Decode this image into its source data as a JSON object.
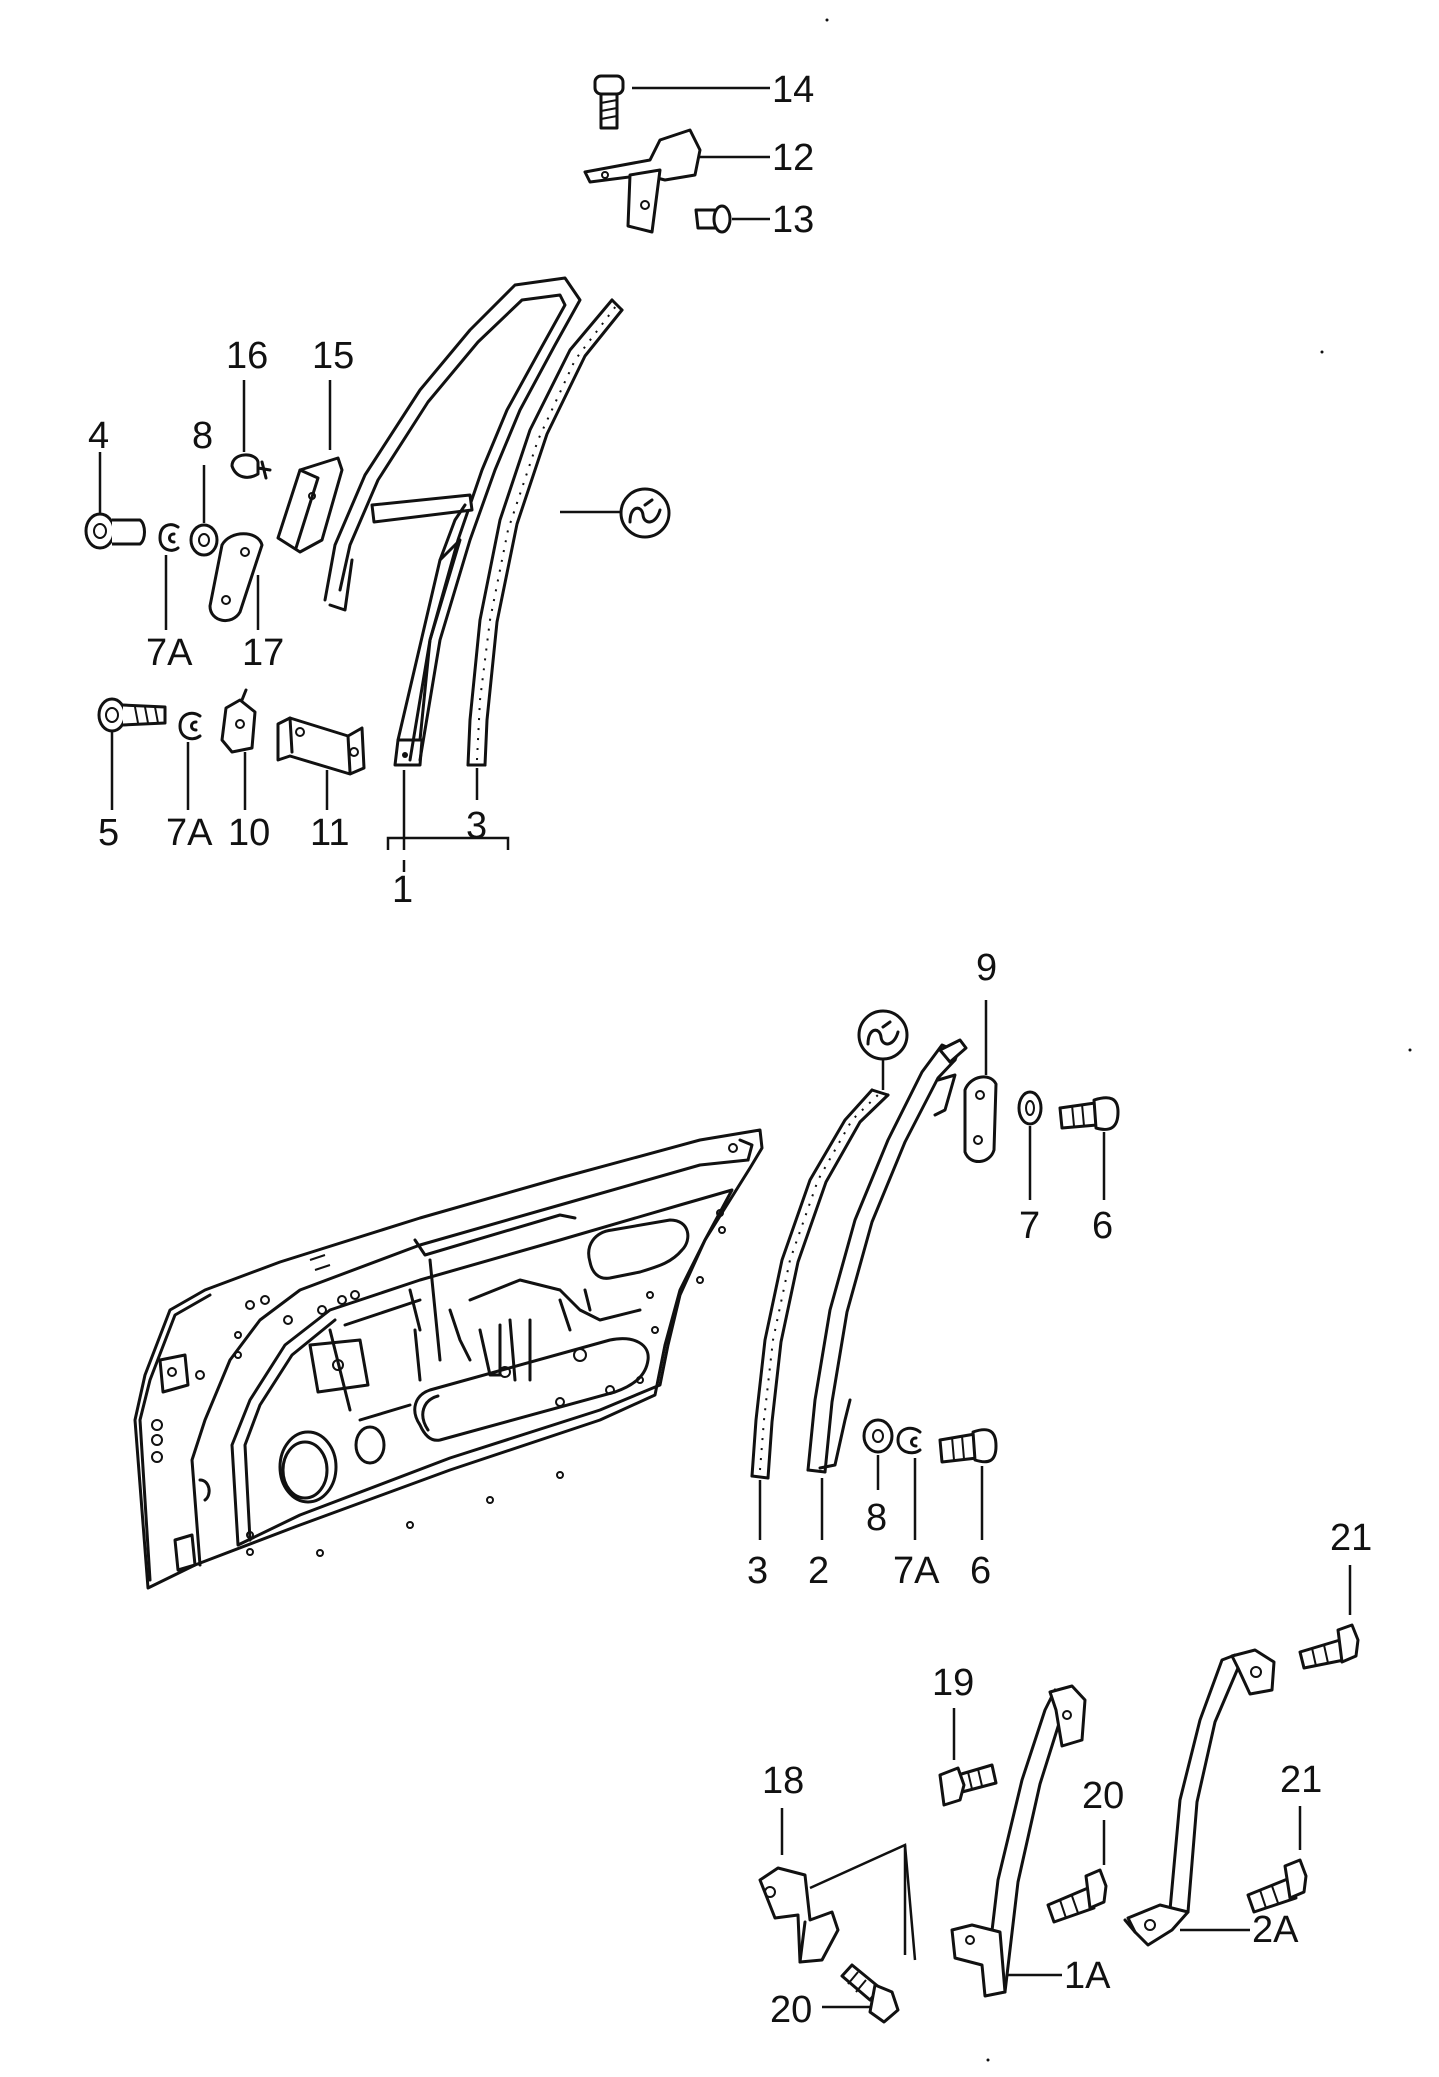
{
  "callouts": {
    "c14": "14",
    "c12": "12",
    "c13": "13",
    "c16": "16",
    "c15": "15",
    "c4": "4",
    "c8a": "8",
    "c7Aa": "7A",
    "c17": "17",
    "c5": "5",
    "c7Ab": "7A",
    "c10": "10",
    "c11": "11",
    "c3a": "3",
    "c1": "1",
    "c9": "9",
    "c7": "7",
    "c6a": "6",
    "c3b": "3",
    "c2": "2",
    "c8b": "8",
    "c7Ac": "7A",
    "c6b": "6",
    "c21a": "21",
    "c19": "19",
    "c18": "18",
    "c20a": "20",
    "c21b": "21",
    "c20b": "20",
    "c1A": "1A",
    "c2A": "2A"
  },
  "symbols": {
    "sealant_symbol": "sealant-icon"
  }
}
